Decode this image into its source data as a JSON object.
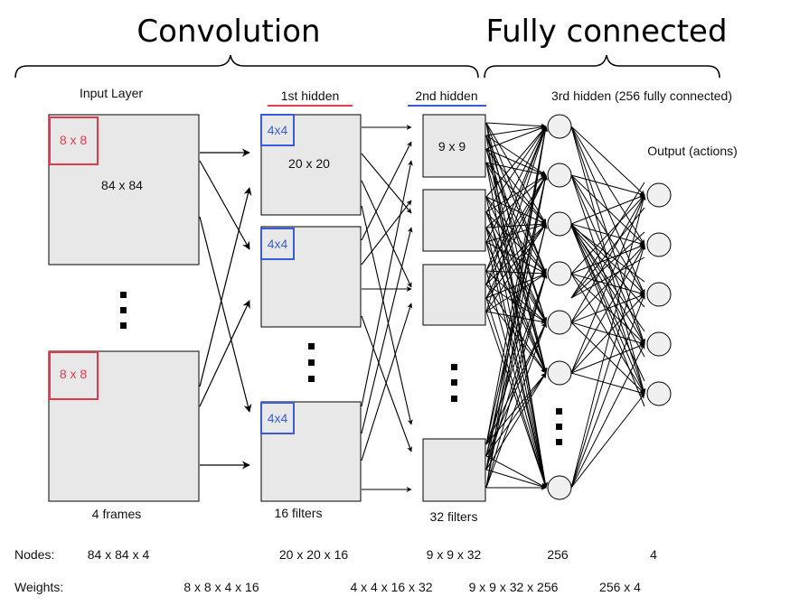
{
  "sections": {
    "convolution": "Convolution",
    "fully_connected": "Fully connected"
  },
  "layers": {
    "input": {
      "title": "Input Layer",
      "size": "84 x 84",
      "filter": "8 x 8",
      "caption": "4 frames"
    },
    "hidden1": {
      "title": "1st hidden",
      "size": "20 x 20",
      "filter": "4x4",
      "caption": "16 filters"
    },
    "hidden2": {
      "title": "2nd hidden",
      "size": "9 x 9",
      "caption": "32 filters"
    },
    "hidden3": {
      "title": "3rd hidden (256 fully connected)"
    },
    "output": {
      "title": "Output (actions)"
    }
  },
  "nodes_row": {
    "label": "Nodes:",
    "values": [
      "84 x 84 x 4",
      "20 x 20 x 16",
      "9 x 9 x 32",
      "256",
      "4"
    ]
  },
  "weights_row": {
    "label": "Weights:",
    "values": [
      "8 x 8 x 4 x 16",
      "4 x 4 x 16 x 32",
      "9 x 9 x 32 x 256",
      "256 x 4"
    ]
  },
  "colors": {
    "box_fill": "#e8e8e8",
    "first_hidden_accent": "#e04050",
    "second_hidden_accent": "#3a5bd9",
    "filter_8x8": "#e03a4a",
    "filter_4x4": "#3a5bd9",
    "node_fill": "#f0f0f0"
  },
  "icons": {
    "brace": "curly-brace-icon",
    "node": "neuron-circle-icon",
    "ellipsis": "vertical-ellipsis-icon",
    "arrow": "arrowhead-icon"
  }
}
